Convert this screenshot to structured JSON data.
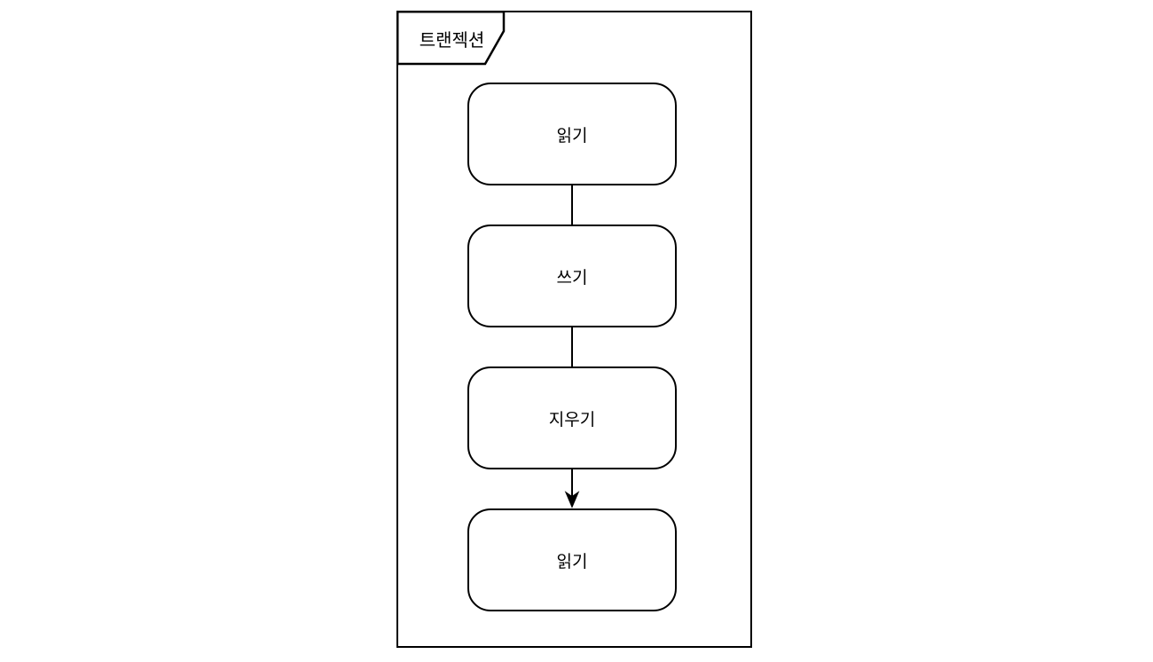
{
  "diagram": {
    "type": "flowchart",
    "frame_label": "트랜젝션",
    "nodes": [
      {
        "id": "read-1",
        "label": "읽기"
      },
      {
        "id": "write",
        "label": "쓰기"
      },
      {
        "id": "erase",
        "label": "지우기"
      },
      {
        "id": "read-2",
        "label": "읽기"
      }
    ],
    "connectors": [
      {
        "from": "read-1",
        "to": "write",
        "arrowhead": false
      },
      {
        "from": "write",
        "to": "erase",
        "arrowhead": false
      },
      {
        "from": "erase",
        "to": "read-2",
        "arrowhead": true
      }
    ],
    "colors": {
      "stroke": "#000000",
      "shape_fill": "#ffffff",
      "background": "#ffffff",
      "text": "#000000"
    }
  }
}
